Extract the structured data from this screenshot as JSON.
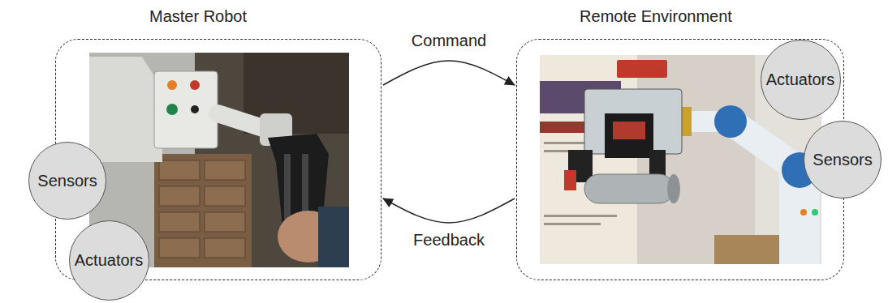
{
  "diagram": {
    "nodes": [
      {
        "text": [
          "Master Robot"
        ]
      },
      {
        "text": [
          "Sensors"
        ],
        "in": 0
      },
      {
        "text": [
          "Actuators"
        ],
        "in": 0
      },
      {
        "text": [
          "Remote Environment"
        ]
      },
      {
        "text": [
          "Actuators"
        ],
        "in": 3
      },
      {
        "text": [
          "Sensors"
        ],
        "in": 3
      }
    ],
    "edges": [
      {
        "from": 0,
        "to": 3,
        "label": "Command",
        "arrow": "to"
      },
      {
        "from": 3,
        "to": 0,
        "label": "Feedback",
        "arrow": "to"
      }
    ]
  }
}
